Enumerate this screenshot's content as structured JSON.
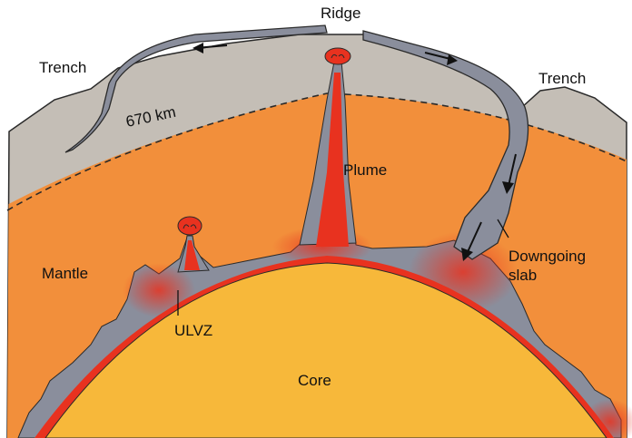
{
  "labels": {
    "ridge": "Ridge",
    "trench_left": "Trench",
    "trench_right": "Trench",
    "depth": "670 km",
    "plume": "Plume",
    "mantle": "Mantle",
    "ulvz": "ULVZ",
    "downgoing_1": "Downgoing",
    "downgoing_2": "slab",
    "core": "Core"
  },
  "colors": {
    "upper_mantle": "#c4beb6",
    "lower_mantle": "#f28f3b",
    "core": "#f7b83a",
    "slab": "#8a8e9c",
    "plume_red": "#e8321f",
    "outline": "#2a2a2a"
  }
}
